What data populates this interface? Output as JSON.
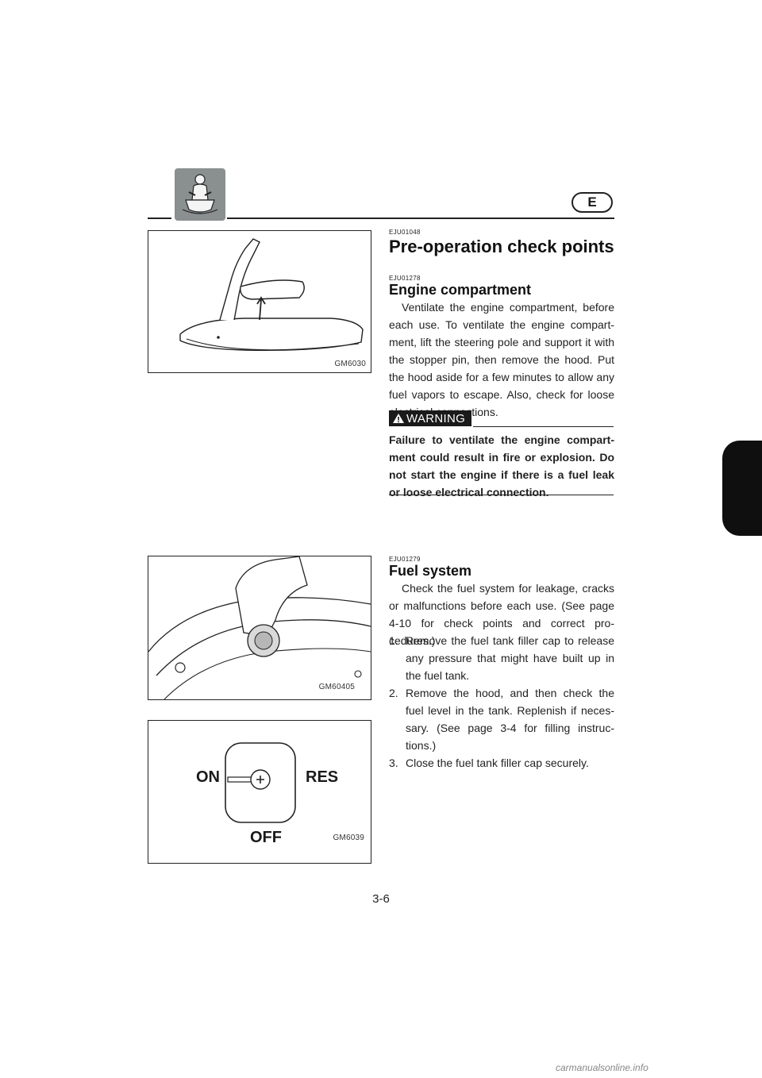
{
  "header": {
    "language_badge": "E",
    "icon": "jet-ski-rider-icon"
  },
  "figures": {
    "hood_removal": {
      "code": "GM6030",
      "icon": "hood-removal-illustration"
    },
    "filler_cap": {
      "code": "GM60405",
      "icon": "fuel-cap-illustration"
    },
    "fuel_cock": {
      "code": "GM6039",
      "labels": {
        "on": "ON",
        "res": "RES",
        "off": "OFF"
      }
    }
  },
  "section_main": {
    "code": "EJU01048",
    "title": "Pre-operation check points"
  },
  "engine_compartment": {
    "code": "EJU01278",
    "title": "Engine compartment",
    "body": "Ventilate the engine compartment, before each use. To ventilate the engine compart-ment, lift the steering pole and support it with the stopper pin, then remove the hood. Put the hood aside for a few minutes to allow any fuel vapors to escape. Also, check for loose electrical connections."
  },
  "warning": {
    "label": "WARNING",
    "text": "Failure to ventilate the engine compart-ment could result in fire or explosion. Do not start the engine if there is a fuel leak or loose electrical connection."
  },
  "fuel_system": {
    "code": "EJU01279",
    "title": "Fuel system",
    "body": "Check the fuel system for leakage, cracks or malfunctions before each use. (See page 4-10 for check points and correct pro-cedures.)",
    "steps": [
      {
        "num": "1.",
        "text": "Remove the fuel tank filler cap to release any pressure that might have built up in the fuel tank."
      },
      {
        "num": "2.",
        "text": "Remove the hood, and then check the fuel level in the tank. Replenish if neces-sary. (See page 3-4 for filling instruc-tions.)"
      },
      {
        "num": "3.",
        "text": "Close the fuel tank filler cap securely."
      }
    ]
  },
  "page_number": "3-6",
  "footer": "carmanualsonline.info"
}
